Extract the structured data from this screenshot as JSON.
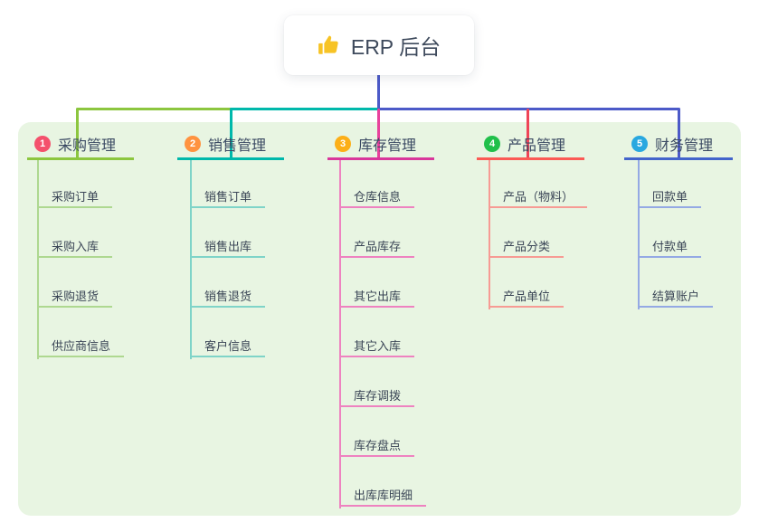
{
  "root_node": {
    "title": "ERP 后台",
    "icon": "thumbs-up",
    "icon_color": "#f7c325"
  },
  "panel": {
    "background_color": "#e8f5e2"
  },
  "connectors": {
    "root_drop_color": "#4c5ac8"
  },
  "branches": [
    {
      "number": "1",
      "label": "采购管理",
      "badge_color": "#f4516c",
      "line_color": "#8cc63f",
      "child_line_color": "#aed890",
      "children": [
        "采购订单",
        "采购入库",
        "采购退货",
        "供应商信息"
      ]
    },
    {
      "number": "2",
      "label": "销售管理",
      "badge_color": "#ff9340",
      "line_color": "#00b8ab",
      "child_line_color": "#7fd4c8",
      "children": [
        "销售订单",
        "销售出库",
        "销售退货",
        "客户信息"
      ]
    },
    {
      "number": "3",
      "label": "库存管理",
      "badge_color": "#fcaf17",
      "line_color": "#d9379b",
      "child_line_color": "#ee82c0",
      "children": [
        "仓库信息",
        "产品库存",
        "其它出库",
        "其它入库",
        "库存调拨",
        "库存盘点",
        "出库库明细"
      ]
    },
    {
      "number": "4",
      "label": "产品管理",
      "badge_color": "#21c04b",
      "line_color": "#fb5a55",
      "child_line_color": "#f79b94",
      "children": [
        "产品（物料）",
        "产品分类",
        "产品单位"
      ]
    },
    {
      "number": "5",
      "label": "财务管理",
      "badge_color": "#29a8e0",
      "line_color": "#4364cb",
      "child_line_color": "#94a9e4",
      "children": [
        "回款单",
        "付款单",
        "结算账户"
      ]
    }
  ]
}
